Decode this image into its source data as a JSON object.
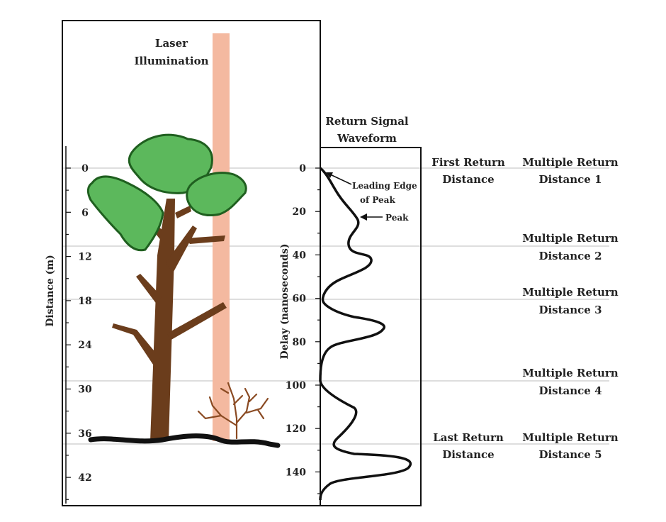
{
  "left_panel": {
    "laser_label_line1": "Laser",
    "laser_label_line2": "Illumination",
    "axis_label": "Distance (m)",
    "ticks": [
      "0",
      "6",
      "12",
      "18",
      "24",
      "30",
      "36",
      "42"
    ]
  },
  "right_panel": {
    "title_line1": "Return Signal",
    "title_line2": "Waveform",
    "axis_label": "Delay (nanoseconds)",
    "ticks": [
      "0",
      "20",
      "40",
      "60",
      "80",
      "100",
      "120",
      "140"
    ],
    "annotation_leading_line1": "Leading Edge",
    "annotation_leading_line2": "of Peak",
    "annotation_peak": "Peak"
  },
  "returns": {
    "first_line1": "First Return",
    "first_line2": "Distance",
    "last_line1": "Last Return",
    "last_line2": "Distance",
    "multiple": [
      {
        "line1": "Multiple Return",
        "line2": "Distance 1"
      },
      {
        "line1": "Multiple Return",
        "line2": "Distance 2"
      },
      {
        "line1": "Multiple Return",
        "line2": "Distance 3"
      },
      {
        "line1": "Multiple Return",
        "line2": "Distance 4"
      },
      {
        "line1": "Multiple Return",
        "line2": "Distance 5"
      }
    ]
  },
  "colors": {
    "laser": "#f4b9a0",
    "foliage": "#5cb85c",
    "foliage_outline": "#1f5f1f",
    "trunk": "#6b3d1c",
    "ground": "#111111",
    "guide_lines": "#c9c9c9"
  }
}
